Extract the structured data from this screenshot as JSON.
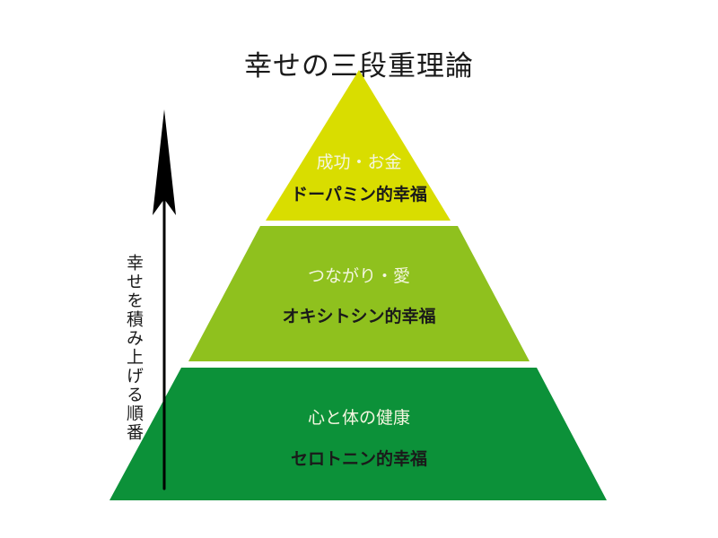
{
  "title": "幸せの三段重理論",
  "colors": {
    "top_tier": "#d9dd00",
    "middle_tier": "#8fc11e",
    "bottom_tier": "#0c9139",
    "arrow": "#000000",
    "label_light": "#f4f6e0",
    "label_dark": "#1a1a1a"
  },
  "tiers": [
    {
      "level": "top",
      "heading": "成功・お金",
      "subheading": "ドーパミン的幸福"
    },
    {
      "level": "middle",
      "heading": "つながり・愛",
      "subheading": "オキシトシン的幸福"
    },
    {
      "level": "bottom",
      "heading": "心と体の健康",
      "subheading": "セロトニン的幸福"
    }
  ],
  "arrow": {
    "direction": "up",
    "label": "幸せを積み上げる順番"
  }
}
